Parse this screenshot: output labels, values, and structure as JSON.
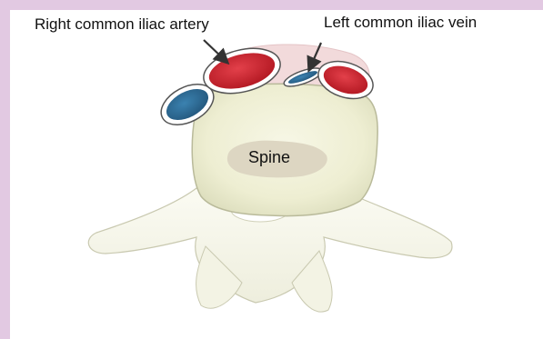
{
  "labels": {
    "right_common_iliac_artery": "Right common iliac artery",
    "left_common_iliac_vein": "Left common iliac vein",
    "spine": "Spine"
  },
  "colors": {
    "frame_border": "#e2c9e2",
    "artery": "#d3232d",
    "vein": "#2f6f98",
    "vertebra": "#f4f4de",
    "spine_center": "#ddd6c2"
  }
}
